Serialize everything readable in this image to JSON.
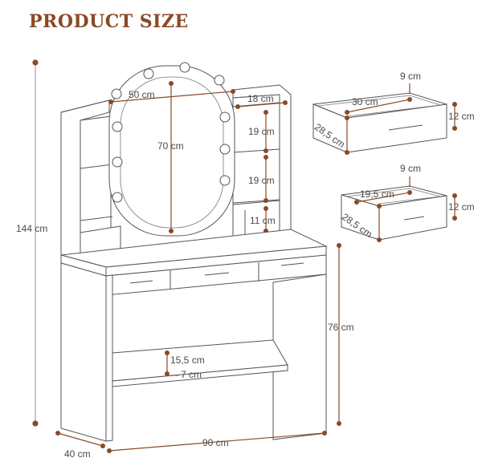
{
  "title": "PRODUCT SIZE",
  "colors": {
    "accent": "#8a4a25",
    "line": "#555555"
  },
  "dimensions": {
    "total_height": "144 cm",
    "mirror_width": "50 cm",
    "mirror_height": "70 cm",
    "shelf_width": "18 cm",
    "shelf_gap_1": "19 cm",
    "shelf_gap_2": "19 cm",
    "shelf_gap_3": "11 cm",
    "table_height": "76 cm",
    "table_width": "90 cm",
    "table_depth": "40 cm",
    "lower_shelf_height": "15,5 cm",
    "lower_shelf_depth": "7 cm"
  },
  "drawers": [
    {
      "height_top": "9 cm",
      "width": "30 cm",
      "depth": "28,5 cm",
      "height_side": "12 cm"
    },
    {
      "height_top": "9 cm",
      "width": "19,5 cm",
      "depth": "28,5 cm",
      "height_side": "12 cm"
    }
  ]
}
